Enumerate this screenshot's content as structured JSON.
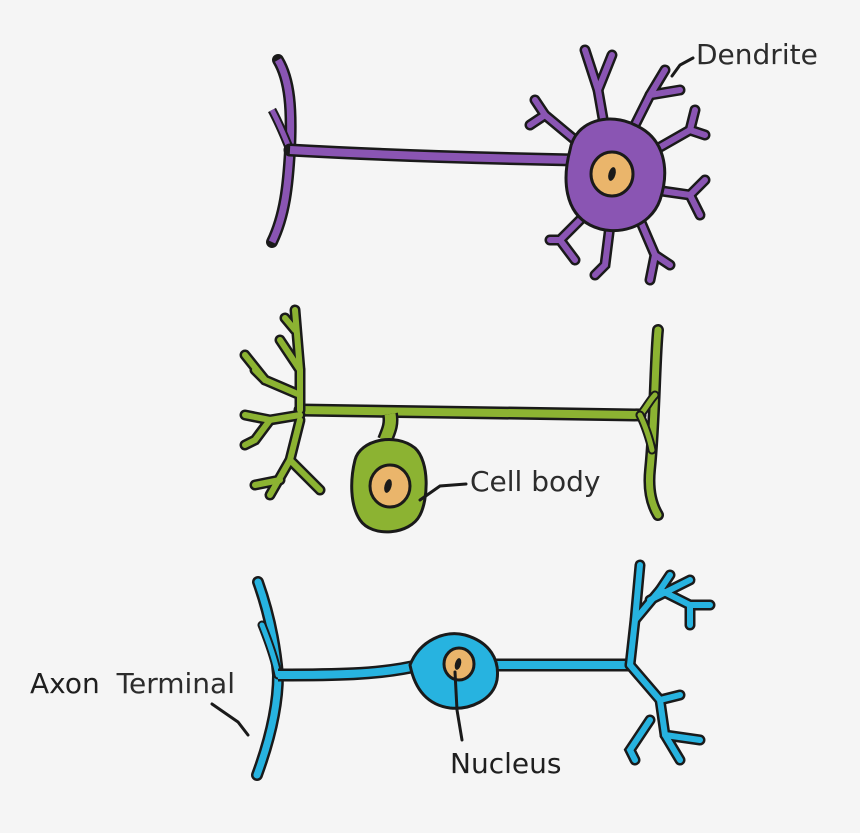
{
  "labels": {
    "dendrite": "Dendrite",
    "cell_body": "Cell body",
    "axon_terminal_word1": "Axon",
    "axon_terminal_word2": "Terminal",
    "nucleus": "Nucleus"
  },
  "colors": {
    "background": "#f5f5f5",
    "multipolar_neuron": "#8a55b3",
    "unipolar_neuron": "#8cb332",
    "bipolar_neuron": "#27b3e0",
    "nucleus": "#eab56b",
    "outline": "#1a1a1a"
  }
}
